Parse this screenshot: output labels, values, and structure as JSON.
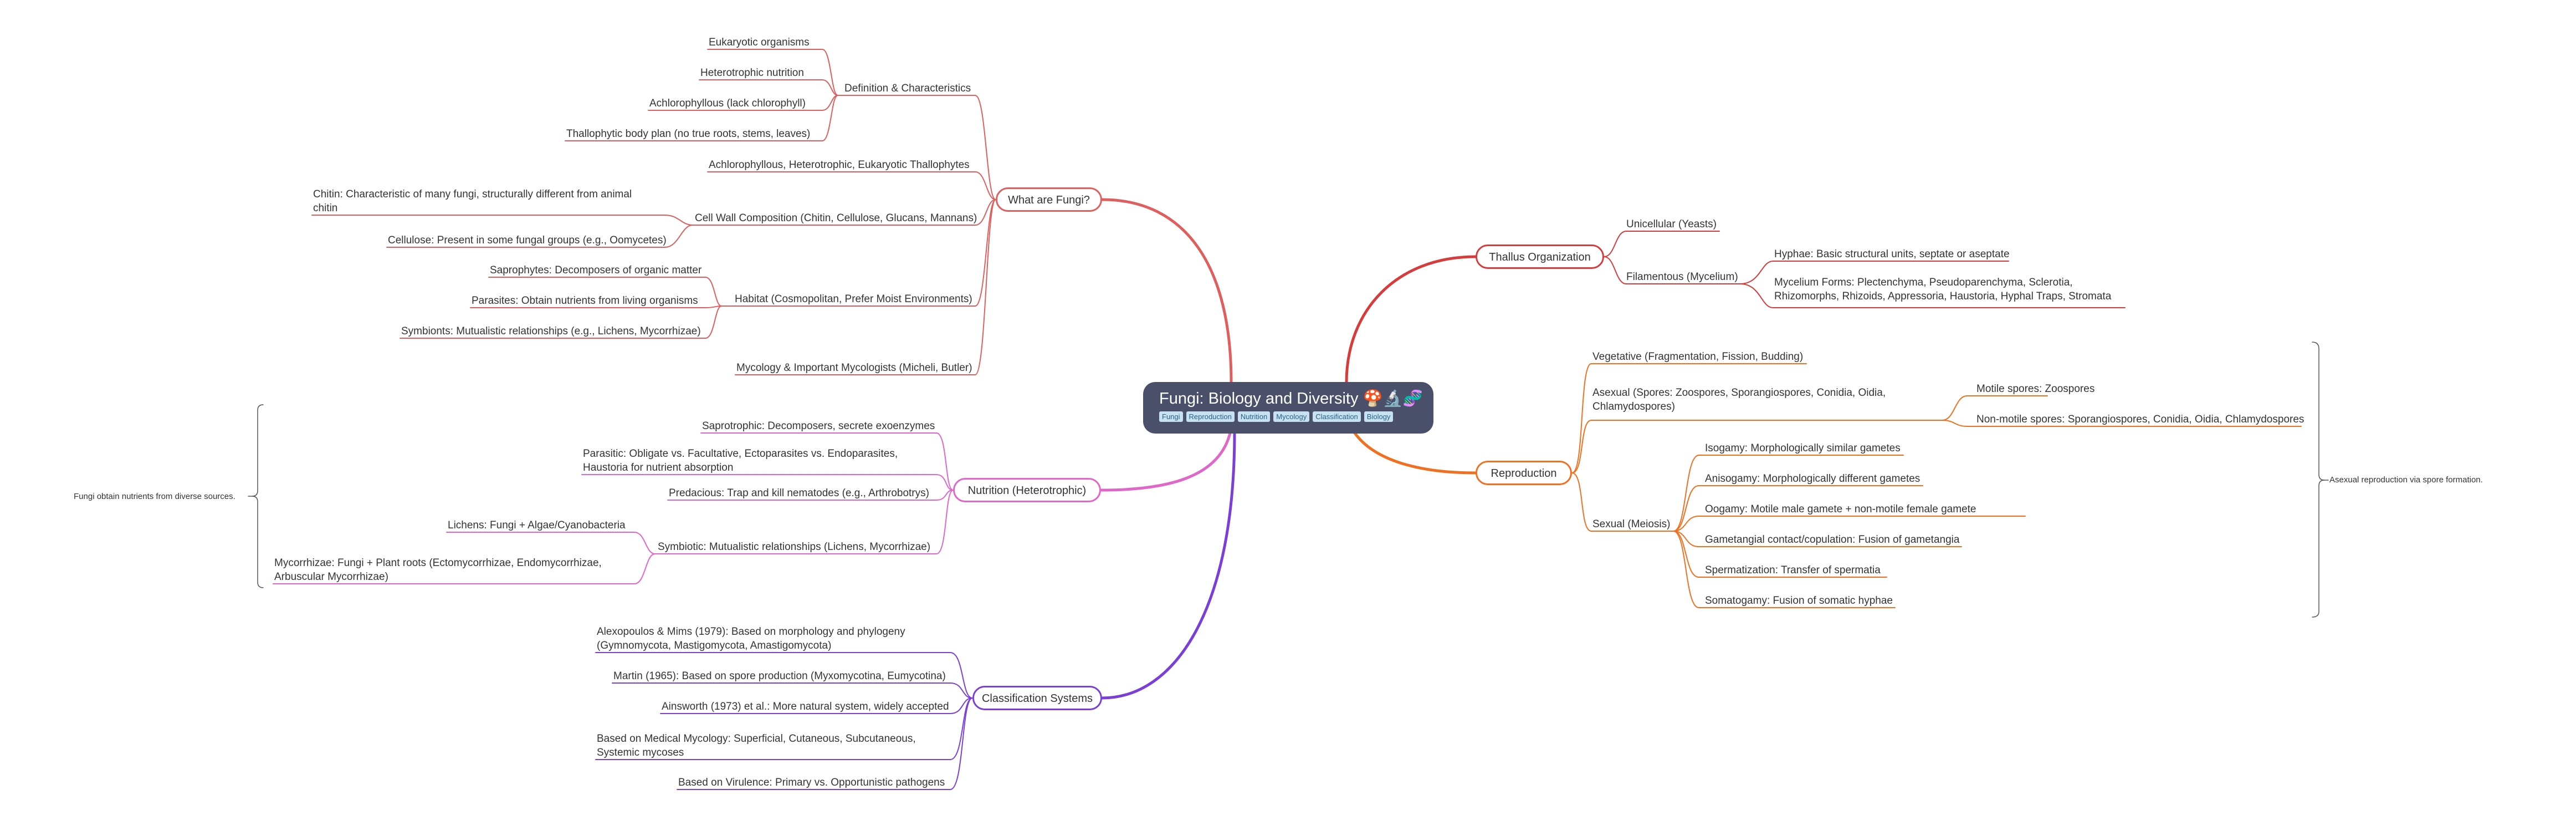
{
  "root": {
    "title": "Fungi: Biology and Diversity 🍄🔬🧬",
    "tags": [
      "Fungi",
      "Reproduction",
      "Nutrition",
      "Mycology",
      "Classification",
      "Biology"
    ]
  },
  "colors": {
    "root_bg": "#4a5069",
    "what_are_fungi": "#df5f5f",
    "nutrition": "#e066c8",
    "classification": "#7a3fd6",
    "thallus": "#d63c3c",
    "reproduction": "#f07020"
  },
  "what_are_fungi": {
    "label": "What are Fungi?",
    "definition": {
      "label": "Definition & Characteristics",
      "items": [
        "Eukaryotic organisms",
        "Heterotrophic nutrition",
        "Achlorophyllous (lack chlorophyll)",
        "Thallophytic body plan (no true roots, stems, leaves)"
      ]
    },
    "summary": "Achlorophyllous, Heterotrophic, Eukaryotic Thallophytes",
    "cell_wall": {
      "label": "Cell Wall Composition (Chitin, Cellulose, Glucans, Mannans)",
      "items": [
        "Chitin:  Characteristic of many fungi, structurally different from animal chitin",
        "Cellulose: Present in some fungal groups (e.g., Oomycetes)"
      ]
    },
    "habitat": {
      "label": "Habitat (Cosmopolitan, Prefer Moist Environments)",
      "items": [
        "Saprophytes: Decomposers of organic matter",
        "Parasites: Obtain nutrients from living organisms",
        "Symbionts: Mutualistic relationships (e.g., Lichens, Mycorrhizae)"
      ]
    },
    "mycology": "Mycology & Important Mycologists (Micheli, Butler)"
  },
  "nutrition": {
    "label": "Nutrition (Heterotrophic)",
    "items": [
      "Saprotrophic: Decomposers, secrete exoenzymes",
      "Parasitic: Obligate vs. Facultative, Ectoparasites vs. Endoparasites, Haustoria for nutrient absorption",
      "Predacious: Trap and kill nematodes (e.g., Arthrobotrys)"
    ],
    "symbiotic": {
      "label": "Symbiotic: Mutualistic relationships (Lichens, Mycorrhizae)",
      "items": [
        "Lichens: Fungi + Algae/Cyanobacteria",
        "Mycorrhizae: Fungi + Plant roots (Ectomycorrhizae, Endomycorrhizae, Arbuscular Mycorrhizae)"
      ]
    },
    "note": "Fungi obtain nutrients from diverse sources."
  },
  "classification": {
    "label": "Classification Systems",
    "items": [
      "Alexopoulos & Mims (1979): Based on morphology and phylogeny (Gymnomycota, Mastigomycota, Amastigomycota)",
      "Martin (1965): Based on spore production (Myxomycotina, Eumycotina)",
      "Ainsworth (1973) et al.: More natural system, widely accepted",
      "Based on Medical Mycology: Superficial, Cutaneous, Subcutaneous, Systemic mycoses",
      "Based on Virulence: Primary vs. Opportunistic pathogens"
    ]
  },
  "thallus": {
    "label": "Thallus Organization",
    "unicellular": "Unicellular (Yeasts)",
    "filamentous": {
      "label": "Filamentous (Mycelium)",
      "items": [
        "Hyphae: Basic structural units, septate or aseptate",
        "Mycelium Forms: Plectenchyma, Pseudoparenchyma, Sclerotia, Rhizomorphs, Rhizoids, Appressoria, Haustoria, Hyphal Traps, Stromata"
      ]
    }
  },
  "reproduction": {
    "label": "Reproduction",
    "vegetative": "Vegetative (Fragmentation, Fission, Budding)",
    "asexual": {
      "label": "Asexual (Spores: Zoospores, Sporangiospores, Conidia, Oidia, Chlamydospores)",
      "items": [
        "Motile spores: Zoospores",
        "Non-motile spores: Sporangiospores, Conidia, Oidia, Chlamydospores"
      ]
    },
    "sexual": {
      "label": "Sexual (Meiosis)",
      "items": [
        "Isogamy: Morphologically similar gametes",
        "Anisogamy: Morphologically different gametes",
        "Oogamy: Motile male gamete + non-motile female gamete",
        "Gametangial contact/copulation: Fusion of gametangia",
        "Spermatization: Transfer of spermatia",
        "Somatogamy: Fusion of somatic hyphae"
      ]
    },
    "note": "Asexual reproduction via spore formation."
  }
}
